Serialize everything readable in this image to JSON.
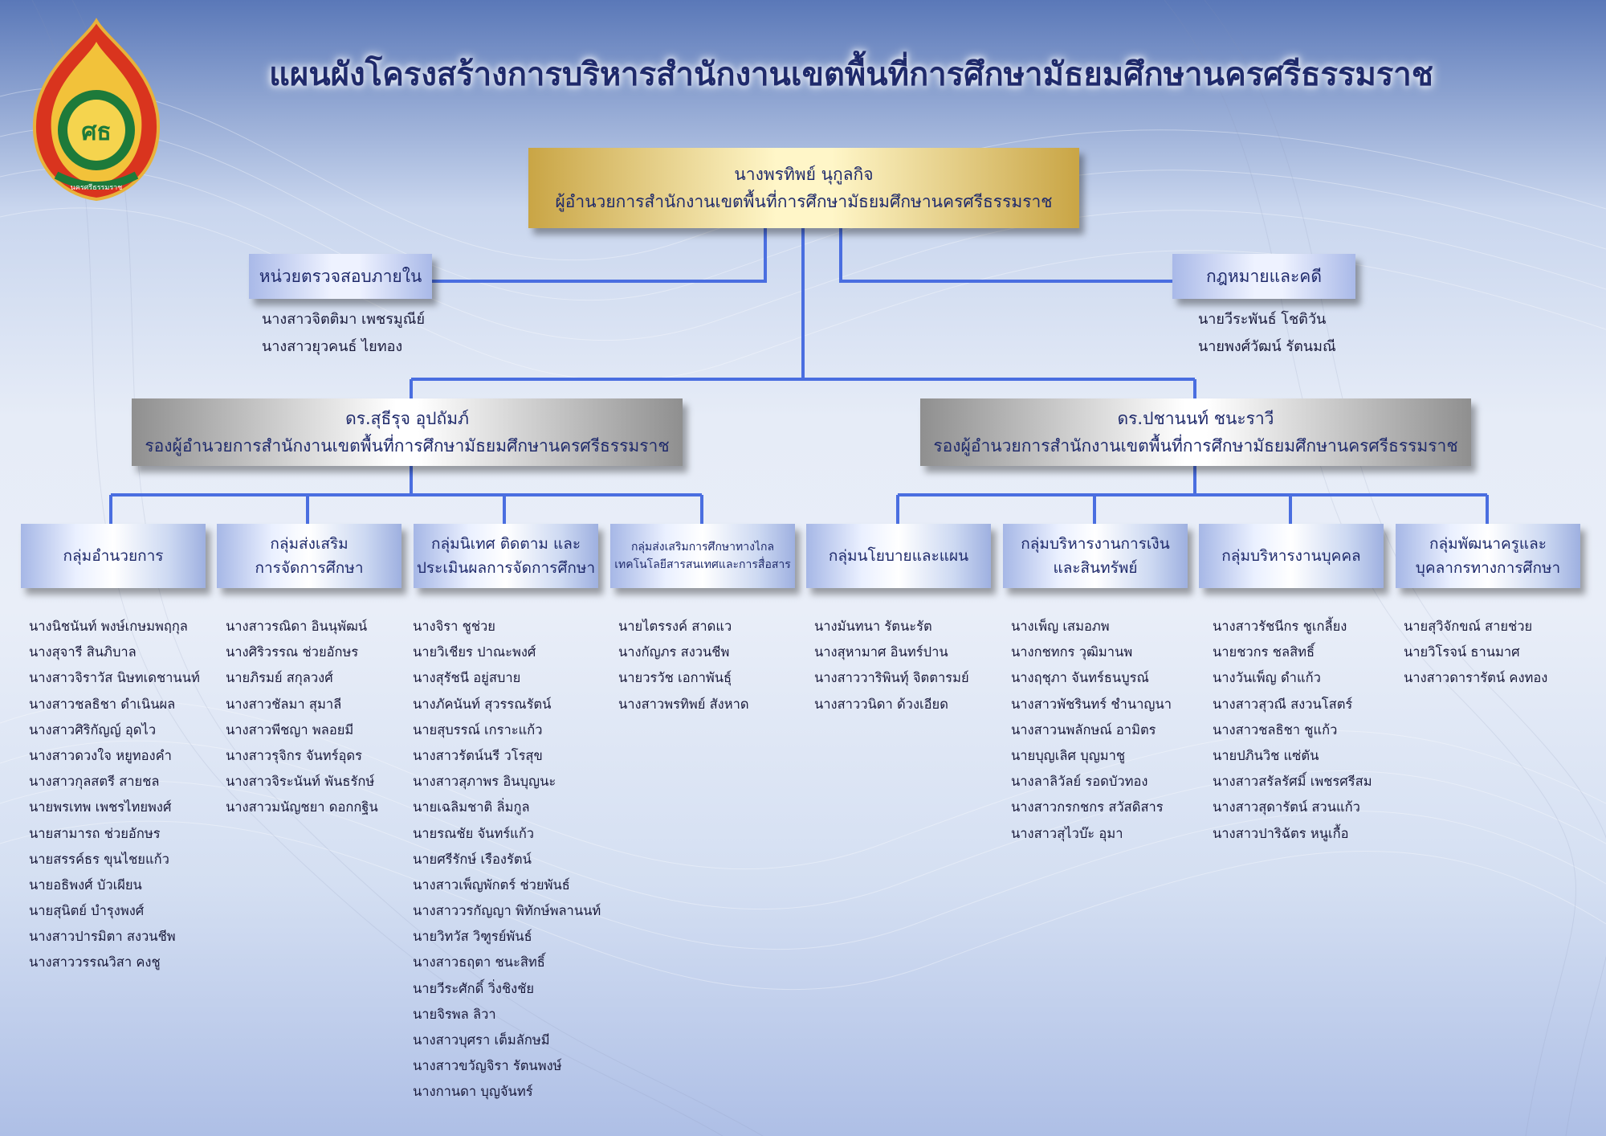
{
  "title": "แผนผังโครงสร้างการบริหารสำนักงานเขตพื้นที่การศึกษามัธยมศึกษานครศรีธรรมราช",
  "logo": {
    "name": "office-emblem",
    "text": "นครศรีธรรมราช"
  },
  "director": {
    "name": "นางพรทิพย์ นุกูลกิจ",
    "position": "ผู้อำนวยการสำนักงานเขตพื้นที่การศึกษามัธยมศึกษานครศรีธรรมราช"
  },
  "internal_audit": {
    "title": "หน่วยตรวจสอบภายใน",
    "members": [
      "นางสาวจิตติมา เพชรมูณีย์",
      "นางสาวยุวคนธ์ ไยทอง"
    ]
  },
  "legal": {
    "title": "กฎหมายและคดี",
    "members": [
      "นายวีระพันธ์ โชติวัน",
      "นายพงศ์วัฒน์ รัตนมณี"
    ]
  },
  "deputies": [
    {
      "name": "ดร.สุธีรุจ อุปถัมภ์",
      "position": "รองผู้อำนวยการสำนักงานเขตพื้นที่การศึกษามัธยมศึกษานครศรีธรรมราช"
    },
    {
      "name": "ดร.ปชานนท์ ชนะราวี",
      "position": "รองผู้อำนวยการสำนักงานเขตพื้นที่การศึกษามัธยมศึกษานครศรีธรรมราช"
    }
  ],
  "groups": [
    {
      "line1": "กลุ่มอำนวยการ",
      "line2": "",
      "members": [
        "นางนิชนันท์ พงษ์เกษมพฤกุล",
        "นางสุจารี สินภิบาล",
        "นางสาวจิราวัส นิษทเดชานนท์",
        "นางสาวชลธิชา ดำเนินผล",
        "นางสาวศิริกัญญ์ อุดไว",
        "นางสาวดวงใจ หยูทองคำ",
        "นางสาวกุลสตรี สายชล",
        "นายพรเทพ เพชรไทยพงศ์",
        "นายสามารถ ช่วยอักษร",
        "นายสรรค์ธร ขุนไชยแก้ว",
        "นายอธิพงศ์ บัวเผียน",
        "นายสุนิตย์ บำรุงพงศ์",
        "นางสาวปารมิตา สงวนชีพ",
        "นางสาววรรณวิสา คงชู"
      ]
    },
    {
      "line1": "กลุ่มส่งเสริม",
      "line2": "การจัดการศึกษา",
      "members": [
        "นางสาวรณิดา อินนุพัฒน์",
        "นางศิริวรรณ ช่วยอักษร",
        "นายภิรมย์ สกุลวงศ์",
        "นางสาวชัลมา สุมาลี",
        "นางสาวพีชญา พลอยมี",
        "นางสาวรุจิกร จันทร์อุดร",
        "นางสาวจิระนันท์ พันธรักษ์",
        "นางสาวมนัญชยา ดอกกฐิน"
      ]
    },
    {
      "line1": "กลุ่มนิเทศ ติดตาม และ",
      "line2": "ประเมินผลการจัดการศึกษา",
      "members": [
        "นางจิรา ชูช่วย",
        "นายวิเชียร ปาณะพงศ์",
        "นางสุรัชนี อยู่สบาย",
        "นางภัคนันท์ สุวรรณรัตน์",
        "นายสุบรรณ์ เกราะแก้ว",
        "นางสาวรัตน์นรี วโรสุข",
        "นางสาวสุภาพร อินบุญนะ",
        "นายเฉลิมชาติ ลิ่มกูล",
        "นายรณชัย จันทร์แก้ว",
        "นายศรีรักษ์ เรืองรัตน์",
        "นางสาวเพ็ญพักตร์ ช่วยพันธ์",
        "นางสาววรกัญญา พิทักษ์พลานนท์",
        "นายวิทวัส วิฑูรย์พันธ์",
        "นางสาวธฤตา ชนะสิทธิ์",
        "นายวีระศักดิ์ วิ่งชิงชัย",
        "นายจิรพล ลิวา",
        "นางสาวบุศรา เต็มลักษมี",
        "นางสาวขวัญจิรา รัตนพงษ์",
        "นางกานดา บุญจันทร์"
      ]
    },
    {
      "line1": "กลุ่มส่งเสริมการศึกษาทางไกล",
      "line2": "เทคโนโลยีสารสนเทศและการสื่อสาร",
      "members": [
        "นายไตรรงค์ สาดแว",
        "นางกัญภร สงวนชีพ",
        "นายวรวัช เอกาพันธุ์",
        "นางสาวพรทิพย์ สังหาด"
      ]
    },
    {
      "line1": "กลุ่มนโยบายและแผน",
      "line2": "",
      "members": [
        "นางมันทนา รัตนะรัต",
        "นางสุหามาศ อินทร์ปาน",
        "นางสาววาริพินทุ์ จิตตารมย์",
        "นางสาววนิดา ด้วงเอียด"
      ]
    },
    {
      "line1": "กลุ่มบริหารงานการเงิน",
      "line2": "และสินทรัพย์",
      "members": [
        "นางเพ็ญ เสมอภพ",
        "นางกชทกร วุฒิมานพ",
        "นางฤชุภา จันทร์ธนบูรณ์",
        "นางสาวพัชรินทร์ ชำนาญนา",
        "นางสาวนพลักษณ์ อามิตร",
        "นายบุญเลิศ บุญมาชู",
        "นางลาลิวัลย์ รอดบัวทอง",
        "นางสาวกรกชกร สวัสดิสาร",
        "นางสาวสุไวบ๊ะ อุมา"
      ]
    },
    {
      "line1": "กลุ่มบริหารงานบุคคล",
      "line2": "",
      "members": [
        "นางสาวรัชนีกร ชูเกลี้ยง",
        "นายชวกร ชลสิทธิ์",
        "นางวันเพ็ญ ดำแก้ว",
        "นางสาวสุวณี สงวนโสตร์",
        "นางสาวชลธิชา ชูแก้ว",
        "นายปภินวิช แซ่ตัน",
        "นางสาวสรัลรัศมิ์ เพชรศรีสม",
        "นางสาวสุดารัตน์ สวนแก้ว",
        "นางสาวปาริฉัตร หนูเกื้อ"
      ]
    },
    {
      "line1": "กลุ่มพัฒนาครูและ",
      "line2": "บุคลากรทางการศึกษา",
      "members": [
        "นายสุวิจักขณ์ สายช่วย",
        "นายวิโรจน์ ธานมาศ",
        "นางสาวดารารัตน์ คงทอง"
      ]
    }
  ],
  "colors": {
    "title": "#1f2a6b",
    "connector": "#4a6ee0",
    "director_gold": "#c9a545",
    "group_blue": "#a6b7e6"
  }
}
